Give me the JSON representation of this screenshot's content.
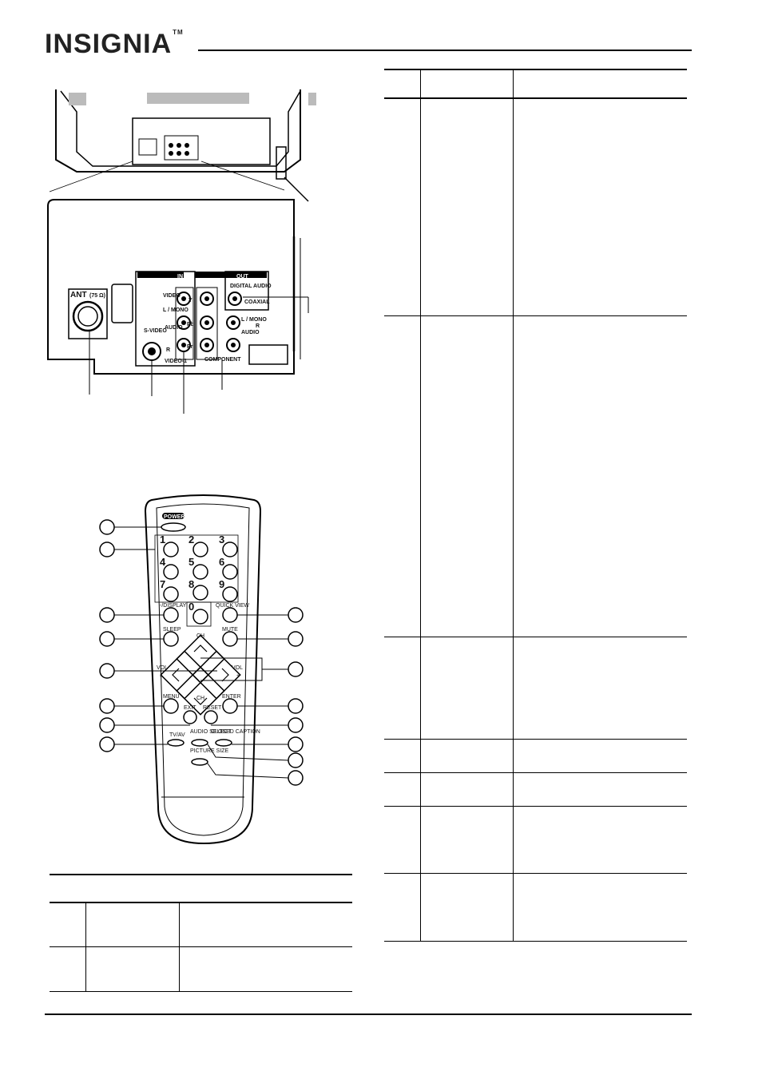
{
  "header": {
    "brand": "INSIGNIA",
    "trademark": "TM"
  },
  "tv_panel": {
    "in_label": "IN",
    "out_label": "OUT",
    "ant_label": "ANT",
    "ant_ohm": "(75 Ω)",
    "video_label": "VIDEO",
    "l_mono_label": "L / MONO",
    "audio_label": "AUDIO",
    "r_label": "R",
    "s_video_label": "S-VIDEO",
    "video1_label": "VIDEO-1",
    "y_label": "Y",
    "pb_label": "Pb",
    "pr_label": "Pr",
    "component_label": "COMPONENT",
    "digital_audio_label": "DIGITAL AUDIO",
    "coaxial_label": "COAXIAL",
    "out_l_mono_label": "L / MONO",
    "out_audio_label": "AUDIO",
    "out_r_label": "R"
  },
  "remote": {
    "power": "POWER",
    "digits": [
      "1",
      "2",
      "3",
      "4",
      "5",
      "6",
      "7",
      "8",
      "9",
      "0"
    ],
    "display": "-/DISPLAY",
    "quick_view": "QUICK VIEW",
    "sleep": "SLEEP",
    "mute": "MUTE",
    "ch_top": "CH",
    "ch_bottom": "CH",
    "vol_minus_label": "VOL",
    "vol_minus": "–",
    "vol_plus_label": "VOL",
    "vol_plus": "+",
    "menu": "MENU",
    "enter": "ENTER",
    "exit": "EXIT",
    "reset": "RESET",
    "tv_av": "TV/AV",
    "audio_select": "AUDIO SELECT",
    "closed_caption": "CLOSED CAPTION",
    "picture_size": "PICTURE SIZE"
  }
}
